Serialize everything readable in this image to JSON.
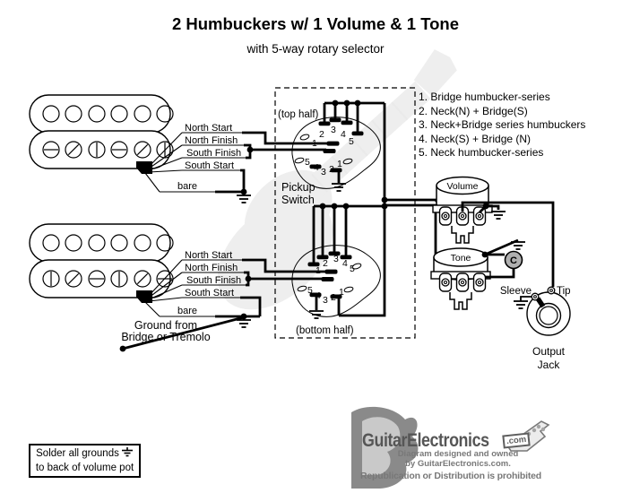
{
  "title": "2 Humbuckers w/ 1 Volume & 1 Tone",
  "subtitle": "with 5-way rotary selector",
  "selector": {
    "items": [
      "1. Bridge humbucker-series",
      "2. Neck(N) + Bridge(S)",
      "3. Neck+Bridge series humbuckers",
      "4. Neck(S) + Bridge (N)",
      "5. Neck humbucker-series"
    ]
  },
  "pickup_labels": [
    "North Start",
    "North Finish",
    "South Finish",
    "South Start",
    "bare"
  ],
  "ground_note": {
    "line1": "Ground from",
    "line2": "Bridge or Tremolo"
  },
  "switch": {
    "caption_top": "(top half)",
    "caption_bottom": "(bottom half)",
    "label_line1": "Pickup",
    "label_line2": "Switch",
    "row_fwd": [
      "1",
      "2",
      "3",
      "4",
      "5"
    ],
    "row_rev": [
      "5",
      "4",
      "3",
      "2",
      "1"
    ]
  },
  "pots": {
    "volume_label": "Volume",
    "tone_label": "Tone",
    "capacitor_label": "C"
  },
  "jack": {
    "sleeve_label": "Sleeve",
    "tip_label": "Tip",
    "label_line1": "Output",
    "label_line2": "Jack"
  },
  "note": {
    "line1": "Solder all grounds",
    "line2": "to back of volume pot"
  },
  "logo": {
    "brand": "GuitarElectronics",
    "tld": ".com",
    "credit1": "Diagram designed and owned",
    "credit2": "by GuitarElectronics.com.",
    "notice": "Republication or Distribution is prohibited"
  },
  "colors": {
    "wire": "#000000",
    "capacitor_fill": "#b0b0b0",
    "watermark": "#8a8a8a",
    "logo_gray": "#787878"
  }
}
